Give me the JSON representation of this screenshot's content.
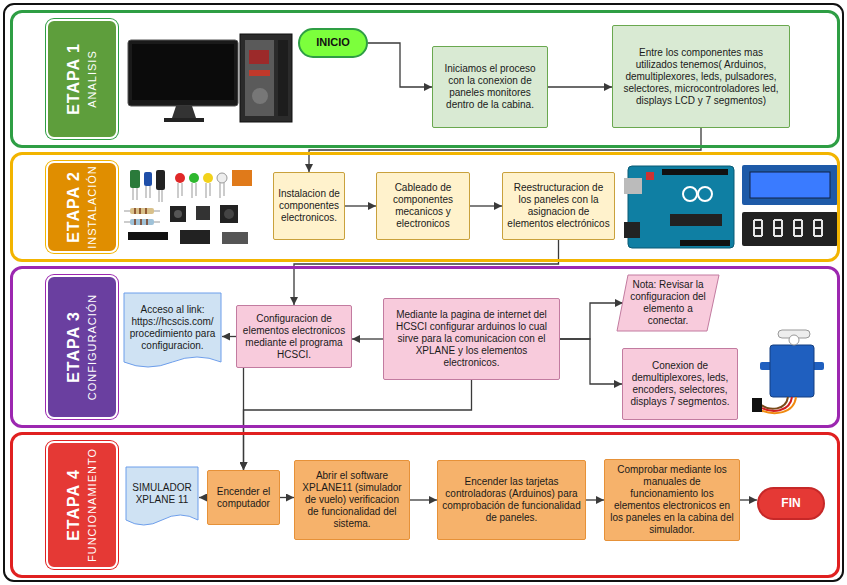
{
  "diagram": {
    "nodes": [
      {
        "text": [
          "ETAPA 1",
          "ANALISIS"
        ]
      },
      {
        "text": [
          "INICIO"
        ],
        "in": 0
      },
      {
        "text": [
          "Iniciamos el proceso con la conexion de paneles monitores dentro de la cabina."
        ],
        "in": 0
      },
      {
        "text": [
          "Entre los componentes mas utilizados tenemos( Arduinos, demultiplexores, leds, pulsadores, selectores, microcontroladores led, displays LCD y 7 segmentos)"
        ],
        "in": 0
      },
      {
        "text": [
          "ETAPA 2",
          "INSTALACIÓN"
        ]
      },
      {
        "text": [
          "Instalacion de componentes electronicos."
        ],
        "in": 4
      },
      {
        "text": [
          "Cableado de componentes mecanicos y electronicos"
        ],
        "in": 4
      },
      {
        "text": [
          "Reestructuracion de los paneles con la asignacion de elementos electrónicos"
        ],
        "in": 4
      },
      {
        "text": [
          "ETAPA 3",
          "CONFIGURACIÓN"
        ]
      },
      {
        "text": [
          "Acceso al link: https://hcscis.com/ procedimiento para configuracion."
        ],
        "in": 8
      },
      {
        "text": [
          "Configuracion de elementos electronicos mediante el programa HCSCI."
        ],
        "in": 8
      },
      {
        "text": [
          "Mediante la pagina de internet del HCSCI configurar arduinos lo cual sirve para la comunicacion con el XPLANE y los elementos electronicos."
        ],
        "in": 8
      },
      {
        "text": [
          "Nota: Revisar la configuracion del elemento a conectar."
        ],
        "in": 8
      },
      {
        "text": [
          "Conexion de demultiplexores, leds, encoders, selectores, displays 7 segmentos."
        ],
        "in": 8
      },
      {
        "text": [
          "ETAPA 4",
          "FUNCIONAMIENTO"
        ]
      },
      {
        "text": [
          "SIMULADOR XPLANE 11"
        ],
        "in": 14
      },
      {
        "text": [
          "Encender el computador"
        ],
        "in": 14
      },
      {
        "text": [
          "Abrir el software XPLANE11 (simulador de vuelo) verificacion de funcionalidad del sistema."
        ],
        "in": 14
      },
      {
        "text": [
          "Encender las tarjetas controladoras (Arduinos) para comprobación de funcionalidad de paneles."
        ],
        "in": 14
      },
      {
        "text": [
          "Comprobar mediante los manuales de funcionamiento los elementos electronicos en los paneles en la cabina del simulador."
        ],
        "in": 14
      },
      {
        "text": [
          "FIN"
        ],
        "in": 14
      }
    ],
    "edges": [
      {
        "from": 1,
        "to": 2,
        "arrow": "to"
      },
      {
        "from": 2,
        "to": 3,
        "arrow": "to"
      },
      {
        "from": 3,
        "to": 5,
        "arrow": "to"
      },
      {
        "from": 5,
        "to": 6,
        "arrow": "to"
      },
      {
        "from": 6,
        "to": 7,
        "arrow": "to"
      },
      {
        "from": 7,
        "to": 10,
        "arrow": "to"
      },
      {
        "from": 10,
        "to": 9,
        "arrow": "to"
      },
      {
        "from": 11,
        "to": 10,
        "arrow": "to"
      },
      {
        "from": 11,
        "to": 12,
        "arrow": "to"
      },
      {
        "from": 11,
        "to": 13,
        "arrow": "to"
      },
      {
        "from": 10,
        "to": 16,
        "arrow": "to"
      },
      {
        "from": 11,
        "to": 16,
        "arrow": "to"
      },
      {
        "from": 16,
        "to": 15,
        "arrow": "to"
      },
      {
        "from": 16,
        "to": 17,
        "arrow": "to"
      },
      {
        "from": 17,
        "to": 18,
        "arrow": "to"
      },
      {
        "from": 18,
        "to": 19,
        "arrow": "to"
      },
      {
        "from": 19,
        "to": 20,
        "arrow": "to"
      }
    ]
  }
}
